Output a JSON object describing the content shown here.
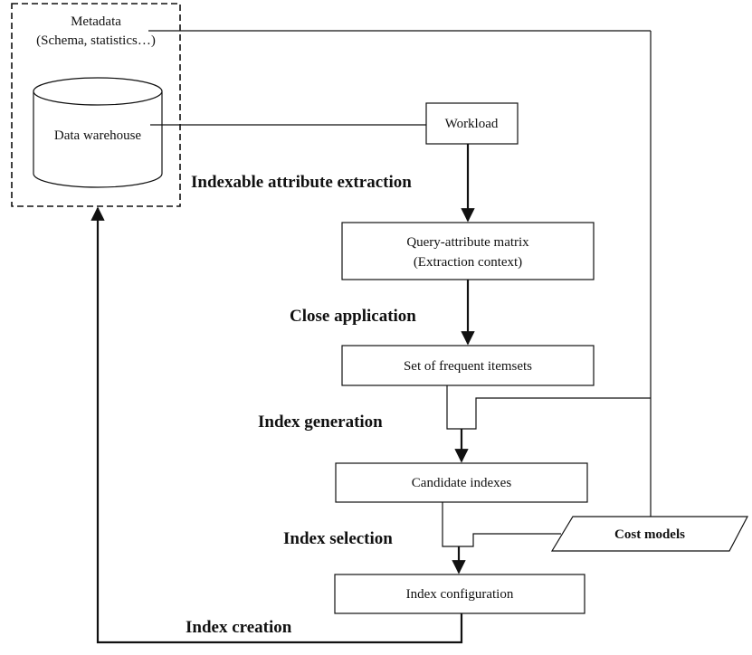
{
  "metadata": {
    "title": "Metadata",
    "subtitle": "(Schema, statistics…)"
  },
  "data_warehouse": {
    "label": "Data warehouse"
  },
  "workload": {
    "label": "Workload"
  },
  "query_matrix": {
    "line1": "Query-attribute matrix",
    "line2": "(Extraction context)"
  },
  "frequent_itemsets": {
    "label": "Set of frequent itemsets"
  },
  "candidate_indexes": {
    "label": "Candidate indexes"
  },
  "index_configuration": {
    "label": "Index configuration"
  },
  "cost_models": {
    "label": "Cost models"
  },
  "steps": {
    "extraction": "Indexable attribute extraction",
    "close": "Close application",
    "generation": "Index generation",
    "selection": "Index selection",
    "creation": "Index creation"
  }
}
